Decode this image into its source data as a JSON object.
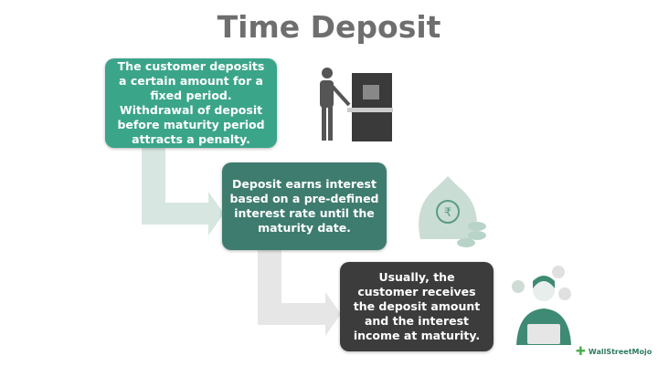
{
  "title": "Time Deposit",
  "steps": [
    {
      "text": "The customer deposits a certain amount for a fixed period. Withdrawal of deposit before maturity period attracts a penalty.",
      "color": "#3ba58a"
    },
    {
      "text": "Deposit earns interest based on a pre-defined interest rate until the maturity date.",
      "color": "#3e7c6f"
    },
    {
      "text": "Usually, the customer receives the deposit amount and the interest income at maturity.",
      "color": "#3c3c3c"
    }
  ],
  "icons": [
    "atm-user-icon",
    "money-bag-rupee-icon",
    "man-laptop-icon"
  ],
  "logo": "WallStreetMojo"
}
